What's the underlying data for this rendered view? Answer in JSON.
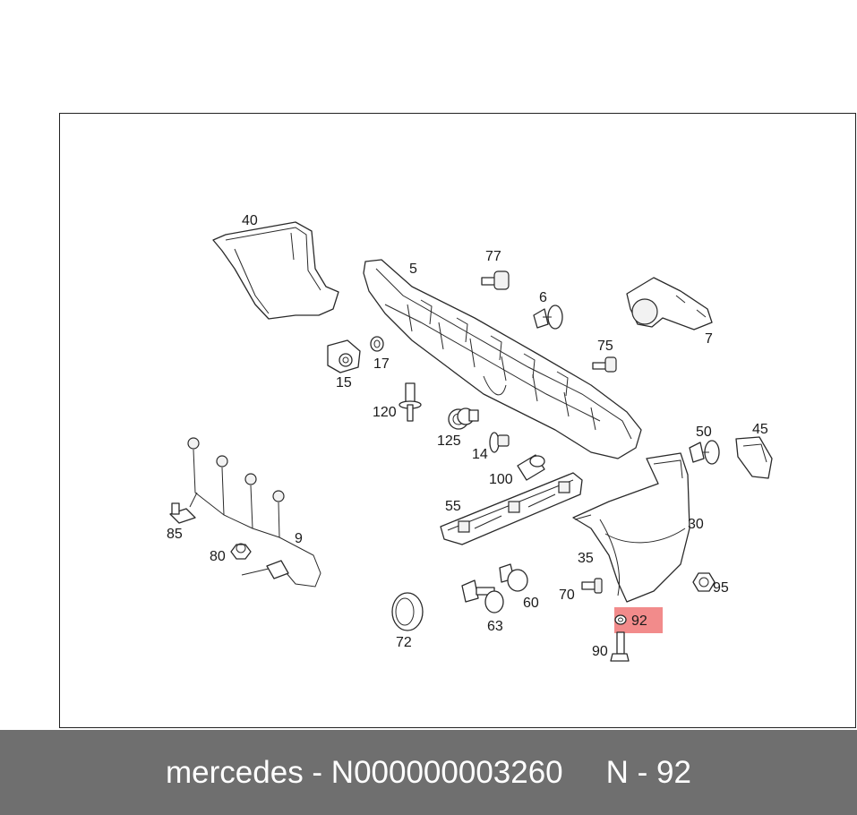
{
  "diagram": {
    "highlight_color": "#f28b8b",
    "labels": {
      "p40": "40",
      "p5": "5",
      "p77": "77",
      "p6": "6",
      "p7": "7",
      "p17": "17",
      "p15": "15",
      "p75": "75",
      "p120": "120",
      "p125": "125",
      "p14": "14",
      "p50": "50",
      "p45": "45",
      "p100": "100",
      "p55": "55",
      "p30": "30",
      "p9": "9",
      "p85": "85",
      "p80": "80",
      "p35": "35",
      "p70": "70",
      "p95": "95",
      "p60": "60",
      "p63": "63",
      "p72": "72",
      "p92": "92",
      "p90": "90"
    }
  },
  "footer": {
    "brand_part": "mercedes - N000000003260",
    "ref": "N - 92",
    "background": "#6f6f6f"
  }
}
